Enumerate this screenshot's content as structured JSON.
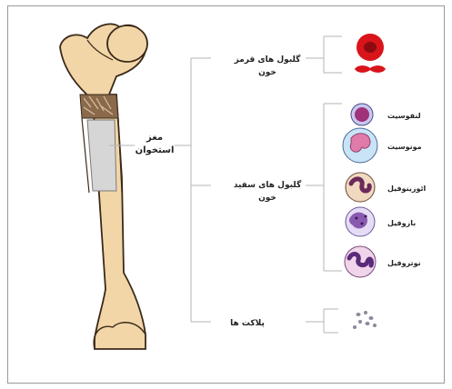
{
  "marrow": {
    "line1": "مغز",
    "line2": "استخوان"
  },
  "groups": [
    {
      "line1": "گلبول های قرمز",
      "line2": "خون"
    },
    {
      "line1": "گلبول های سفید",
      "line2": "خون"
    },
    {
      "line1": "پلاکت ها",
      "line2": ""
    }
  ],
  "white_cells": [
    {
      "label": "لنفوسیت"
    },
    {
      "label": "مونوسیت"
    },
    {
      "label": "ائوزینوفیل"
    },
    {
      "label": "بازوفیل"
    },
    {
      "label": "نوتروفیل"
    }
  ],
  "colors": {
    "bone": "#f3d6a8",
    "bone_outline": "#3a2a1a",
    "marrow_cavity": "#d6d6d6",
    "rbc": "#d9141b",
    "bracket": "#b5b5b5"
  }
}
